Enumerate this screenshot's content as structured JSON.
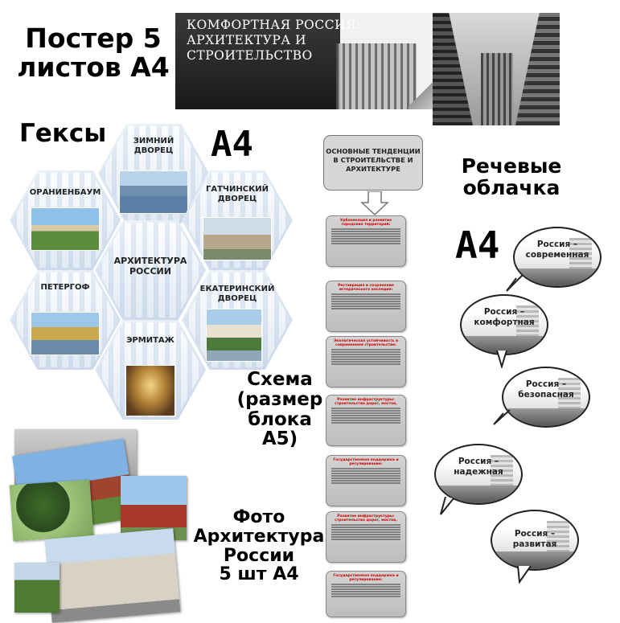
{
  "poster_title": [
    "Постер 5",
    "листов А4"
  ],
  "banner": {
    "lines": [
      "КОМФОРТНАЯ РОССИЯ:",
      "АРХИТЕКТУРА И",
      "СТРОИТЕЛЬСТВО"
    ]
  },
  "hex_section": {
    "title": "Гексы",
    "size": "А4",
    "items": [
      {
        "label": [
          "ЗИМНИЙ",
          "ДВОРЕЦ"
        ]
      },
      {
        "label": [
          "ОРАНИЕНБАУМ"
        ]
      },
      {
        "label": [
          "ГАТЧИНСКИЙ",
          "ДВОРЕЦ"
        ]
      },
      {
        "label": [
          "АРХИТЕКТУРА",
          "РОССИИ"
        ]
      },
      {
        "label": [
          "ПЕТЕРГОФ"
        ]
      },
      {
        "label": [
          "ЕКАТЕРИНСКИЙ",
          "ДВОРЕЦ"
        ]
      },
      {
        "label": [
          "ЭРМИТАЖ"
        ]
      }
    ]
  },
  "scheme": {
    "header": [
      "ОСНОВНЫЕ ТЕНДЕНЦИИ",
      "В СТРОИТЕЛЬСТВЕ И",
      "АРХИТЕКТУРЕ"
    ],
    "caption": [
      "Схема",
      "(размер",
      "блока",
      "А5)"
    ],
    "blocks": [
      {
        "title": "Урбанизация и развитие городских территорий:"
      },
      {
        "title": "Реставрация и сохранение исторического наследия:"
      },
      {
        "title": "Экологическая устойчивость в современном строительстве:"
      },
      {
        "title": "Развитие инфраструктуры: строительство дорог, мостов,"
      },
      {
        "title": "Государственная поддержка и регулирование:"
      },
      {
        "title": "Развитие инфраструктуры: строительство дорог, мостов,"
      },
      {
        "title": "Государственная поддержка и регулирование:"
      }
    ]
  },
  "bubbles": {
    "title": [
      "Речевые",
      "облачка"
    ],
    "size": "А4",
    "items": [
      {
        "text": [
          "Россия –",
          "современная"
        ]
      },
      {
        "text": [
          "Россия –",
          "комфортная"
        ]
      },
      {
        "text": [
          "Россия –",
          "безопасная"
        ]
      },
      {
        "text": [
          "Россия –",
          "надежная"
        ]
      },
      {
        "text": [
          "Россия –",
          "развитая"
        ]
      }
    ]
  },
  "photos": {
    "caption": [
      "Фото",
      "Архитектура",
      "России",
      "5 шт А4"
    ]
  }
}
